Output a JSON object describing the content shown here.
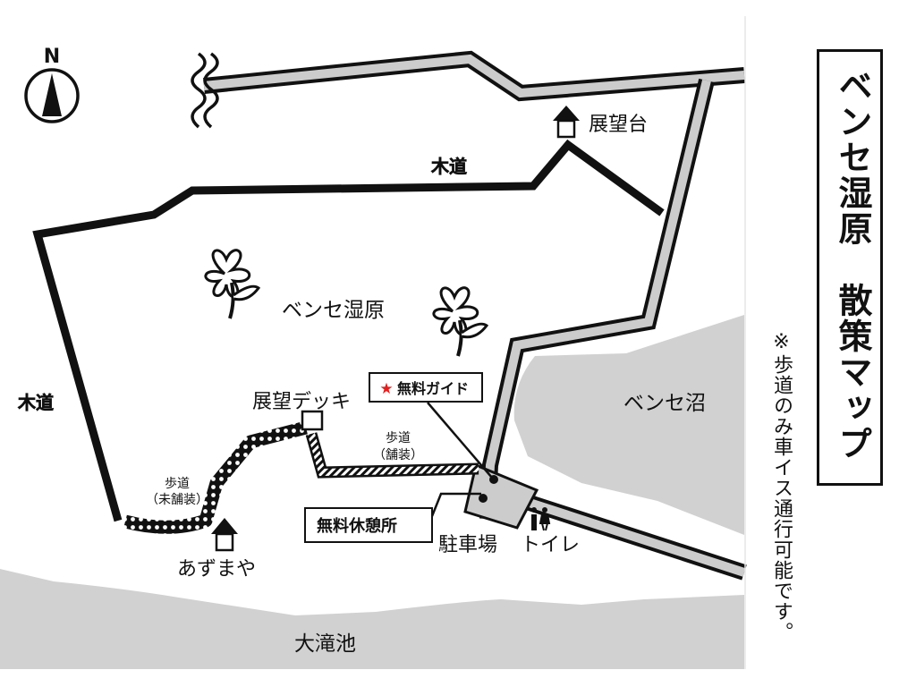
{
  "map": {
    "title": "ベンセ湿原　散策マップ",
    "note": "※歩道のみ車イス通行可能です。",
    "compass_label": "N",
    "labels": {
      "marsh": "ベンセ湿原",
      "pond_right": "ベンセ沼",
      "pond_bottom": "大滝池",
      "boardwalk_top": "木道",
      "boardwalk_left": "木道",
      "observatory": "展望台",
      "deck": "展望デッキ",
      "paved_path_line1": "歩道",
      "paved_path_line2": "（舗装）",
      "unpaved_path_line1": "歩道",
      "unpaved_path_line2": "（未舗装）",
      "guide": "無料ガイド",
      "rest_area": "無料休憩所",
      "parking": "駐車場",
      "toilet": "トイレ",
      "gazebo": "あずまや"
    },
    "icons": {
      "compass": "compass-icon",
      "flower": "flower-icon",
      "star": "star-icon",
      "house": "shelter-icon",
      "toilet": "toilet-icon"
    },
    "colors": {
      "line": "#111111",
      "road_fill": "#cccccc",
      "water": "#d1d1d1",
      "star": "#e02020",
      "background": "#ffffff"
    }
  }
}
